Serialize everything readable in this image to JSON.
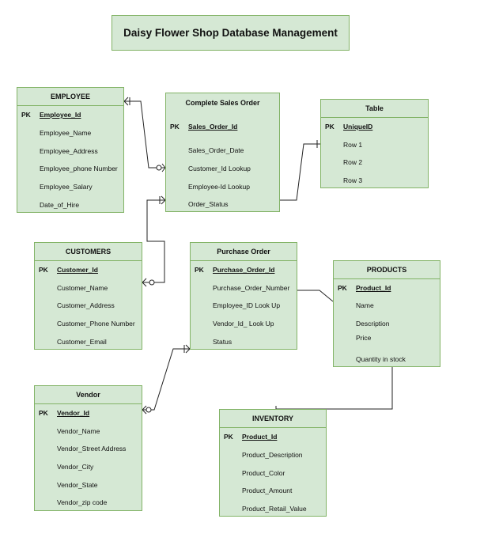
{
  "title": "Daisy Flower Shop Database Management",
  "entities": {
    "employee": {
      "name": "EMPLOYEE",
      "pk_label": "PK",
      "pk": "Employee_Id",
      "fields": [
        "Employee_Name",
        "Employee_Address",
        "Employee_phone Number",
        "Employee_Salary",
        "Date_of_Hire"
      ]
    },
    "sales_order": {
      "name": "Complete Sales Order",
      "pk_label": "PK",
      "pk": "Sales_Order_Id",
      "fields": [
        "Sales_Order_Date",
        "Customer_Id Lookup",
        "Employee-Id Lookup",
        "Order_Status"
      ]
    },
    "table": {
      "name": "Table",
      "pk_label": "PK",
      "pk": "UniqueID",
      "fields": [
        "Row 1",
        "Row 2",
        "Row 3"
      ]
    },
    "customers": {
      "name": "CUSTOMERS",
      "pk_label": "PK",
      "pk": "Customer_Id",
      "fields": [
        "Customer_Name",
        "Customer_Address",
        "Customer_Phone Number",
        "Customer_Email"
      ]
    },
    "purchase_order": {
      "name": "Purchase Order",
      "pk_label": "PK",
      "pk": "Purchase_Order_Id",
      "fields": [
        "Purchase_Order_Number",
        "Employee_ID Look Up",
        "Vendor_Id_ Look Up",
        "Status"
      ]
    },
    "products": {
      "name": "PRODUCTS",
      "pk_label": "PK",
      "pk": "Product_Id",
      "fields": [
        "Name",
        "Description",
        "Price",
        "Quantity in stock"
      ]
    },
    "vendor": {
      "name": "Vendor",
      "pk_label": "PK",
      "pk": "Vendor_Id",
      "fields": [
        "Vendor_Name",
        "Vendor_Street Address",
        "Vendor_City",
        "Vendor_State",
        "Vendor_zip code"
      ]
    },
    "inventory": {
      "name": "INVENTORY",
      "pk_label": "PK",
      "pk": "Product_Id",
      "fields": [
        "Product_Description",
        "Product_Color",
        "Product_Amount",
        "Product_Retail_Value"
      ]
    }
  }
}
